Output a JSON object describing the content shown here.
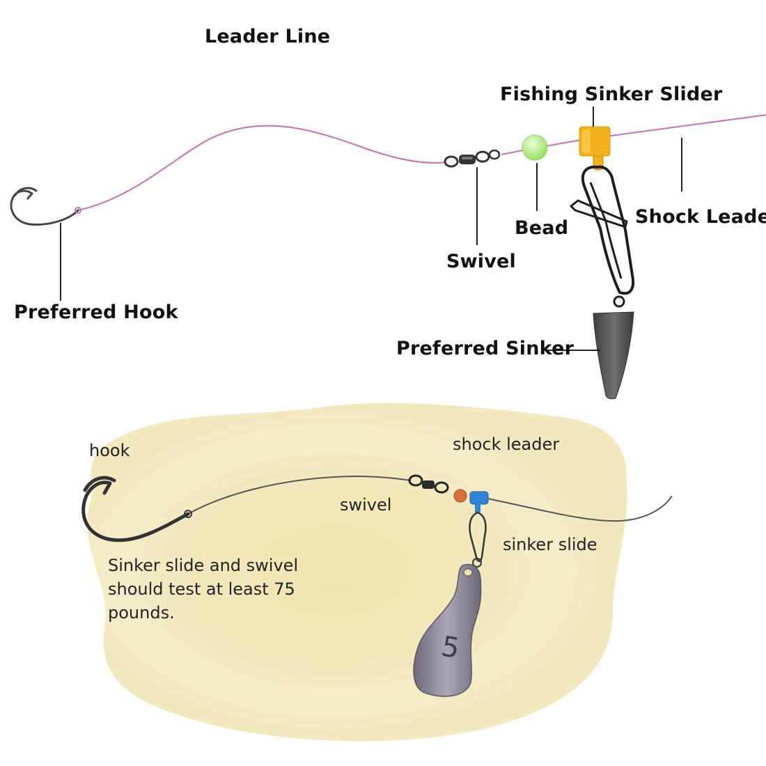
{
  "top_diagram": {
    "labels": {
      "leader_line": "Leader Line",
      "fishing_sinker_slider": "Fishing Sinker Slider",
      "shock_leader": "Shock Leader",
      "bead": "Bead",
      "swivel": "Swivel",
      "preferred_hook": "Preferred Hook",
      "preferred_sinker": "Preferred Sinker"
    },
    "colors": {
      "line": "#c86fb8",
      "bead": "#b8f08a",
      "slider": "#f3b21c",
      "sinker": "#5a5a5a"
    }
  },
  "bottom_diagram": {
    "labels": {
      "hook": "hook",
      "shock_leader": "shock leader",
      "swivel": "swivel",
      "sinker_slide": "sinker slide",
      "sinker_weight": "5"
    },
    "note_lines": [
      "Sinker slide and swivel",
      "should test at least 75",
      "pounds."
    ],
    "colors": {
      "background_wash": "#f1e6b0",
      "bead": "#d9703a",
      "slide": "#2f86d6",
      "sinker": "#8e8a98"
    }
  }
}
